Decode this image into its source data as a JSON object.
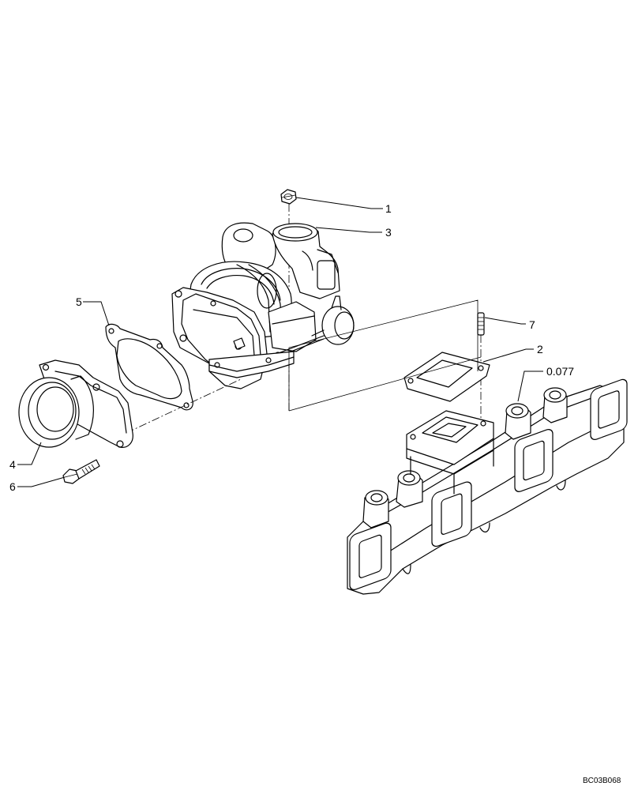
{
  "callouts": {
    "c1": "1",
    "c2": "2",
    "c3": "3",
    "c4": "4",
    "c5": "5",
    "c6": "6",
    "c7": "7",
    "c0077": "0.077"
  },
  "drawing_ref": "BC03B068"
}
